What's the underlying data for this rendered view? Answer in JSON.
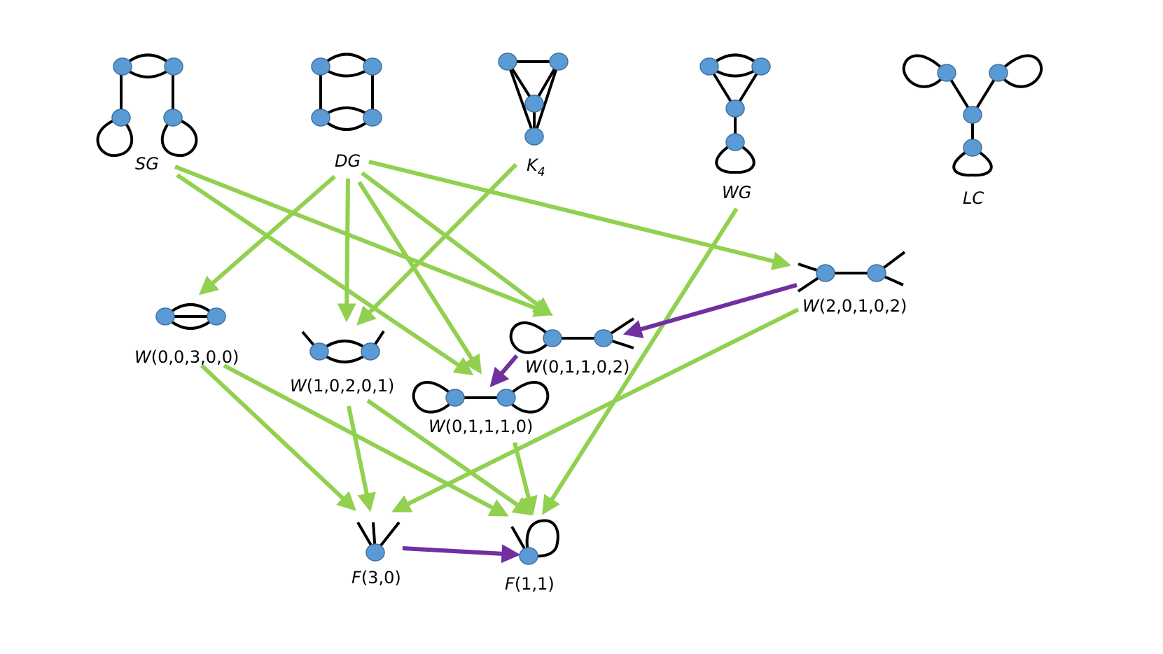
{
  "colors": {
    "node_fill": "#5b9bd5",
    "node_stroke": "#41719c",
    "edge": "#000000",
    "green_arrow": "#92d050",
    "purple_arrow": "#7030a0",
    "background": "#ffffff"
  },
  "graphs": {
    "SG": {
      "name": "SG"
    },
    "DG": {
      "name": "DG"
    },
    "K4": {
      "name": "K",
      "subscript": "4"
    },
    "WG": {
      "name": "WG"
    },
    "LC": {
      "name": "LC"
    }
  },
  "intermediates": {
    "W00300": {
      "prefix": "W",
      "args": "(0,0,3,0,0)"
    },
    "W10201": {
      "prefix": "W",
      "args": "(1,0,2,0,1)"
    },
    "W01102": {
      "prefix": "W",
      "args": "(0,1,1,0,2)"
    },
    "W01110": {
      "prefix": "W",
      "args": "(0,1,1,1,0)"
    },
    "W20102": {
      "prefix": "W",
      "args": "(2,0,1,0,2)"
    }
  },
  "finals": {
    "F30": {
      "prefix": "F",
      "args": "(3,0)"
    },
    "F11": {
      "prefix": "F",
      "args": "(1,1)"
    }
  },
  "arrows": [
    {
      "from": "SG",
      "to": "W01102",
      "kind": "green"
    },
    {
      "from": "SG",
      "to": "W01110",
      "kind": "green"
    },
    {
      "from": "DG",
      "to": "W00300",
      "kind": "green"
    },
    {
      "from": "DG",
      "to": "W10201",
      "kind": "green"
    },
    {
      "from": "DG",
      "to": "W01110",
      "kind": "green"
    },
    {
      "from": "DG",
      "to": "W01102",
      "kind": "green"
    },
    {
      "from": "DG",
      "to": "W20102",
      "kind": "green"
    },
    {
      "from": "K4",
      "to": "W10201",
      "kind": "green"
    },
    {
      "from": "WG",
      "to": "F11",
      "kind": "green"
    },
    {
      "from": "W20102",
      "to": "W01102",
      "kind": "purple"
    },
    {
      "from": "W20102",
      "to": "F30",
      "kind": "green"
    },
    {
      "from": "W01102",
      "to": "W01110",
      "kind": "purple"
    },
    {
      "from": "W00300",
      "to": "F30",
      "kind": "green"
    },
    {
      "from": "W00300",
      "to": "F11",
      "kind": "green"
    },
    {
      "from": "W10201",
      "to": "F30",
      "kind": "green"
    },
    {
      "from": "W10201",
      "to": "F11",
      "kind": "green"
    },
    {
      "from": "W01110",
      "to": "F11",
      "kind": "green"
    },
    {
      "from": "F30",
      "to": "F11",
      "kind": "purple"
    }
  ]
}
